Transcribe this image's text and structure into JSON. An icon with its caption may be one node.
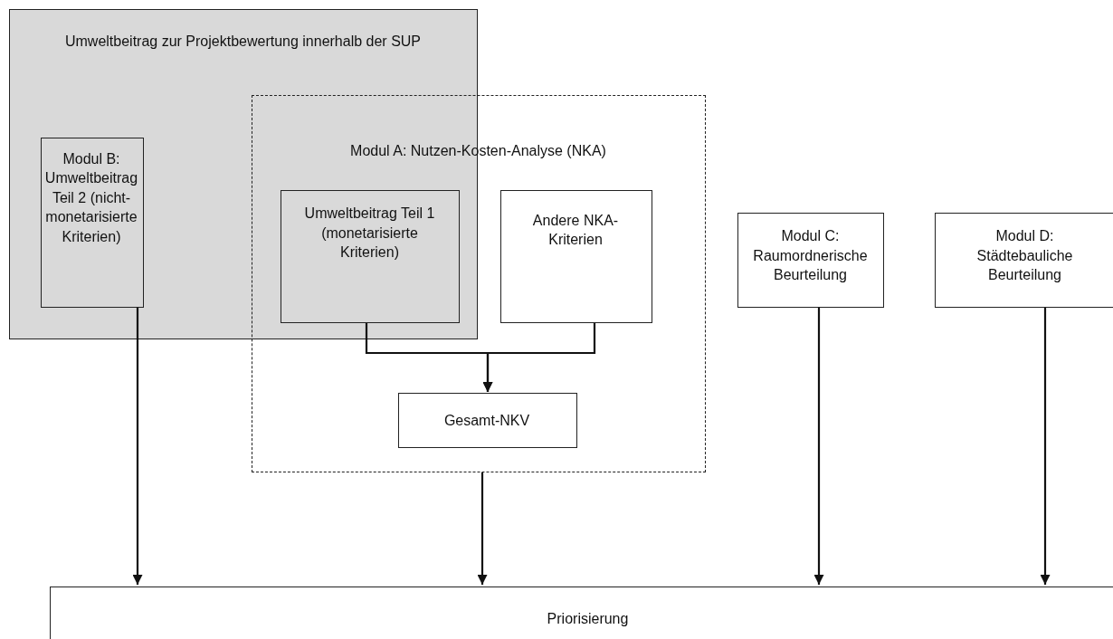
{
  "diagram": {
    "nodes": [
      {
        "text": [
          "Umweltbeitrag zur Projektbewertung innerhalb der SUP"
        ]
      },
      {
        "text": [
          "Modul B: Umweltbeitrag Teil 2 (nicht-monetarisierte Kriterien)"
        ],
        "in": 0
      },
      {
        "text": [
          "Modul A: Nutzen-Kosten-Analyse (NKA)"
        ]
      },
      {
        "text": [
          "Umweltbeitrag Teil 1 (monetarisierte Kriterien)"
        ]
      },
      {
        "text": [
          "Andere NKA-Kriterien"
        ],
        "in": 2
      },
      {
        "text": [
          "Gesamt-NKV"
        ],
        "in": 2
      },
      {
        "text": [
          "Modul C: Raumordnerische Beurteilung"
        ]
      },
      {
        "text": [
          "Modul D: Städtebauliche Beurteilung"
        ]
      },
      {
        "text": [
          "Priorisierung"
        ]
      }
    ],
    "edges": [
      {
        "from": 3,
        "to": 5,
        "arrow": "to"
      },
      {
        "from": 4,
        "to": 5,
        "arrow": "to"
      },
      {
        "from": 1,
        "to": 8,
        "arrow": "to"
      },
      {
        "from": 2,
        "to": 8,
        "arrow": "to"
      },
      {
        "from": 6,
        "to": 8,
        "arrow": "to"
      },
      {
        "from": 7,
        "to": 8,
        "arrow": "to"
      }
    ]
  }
}
